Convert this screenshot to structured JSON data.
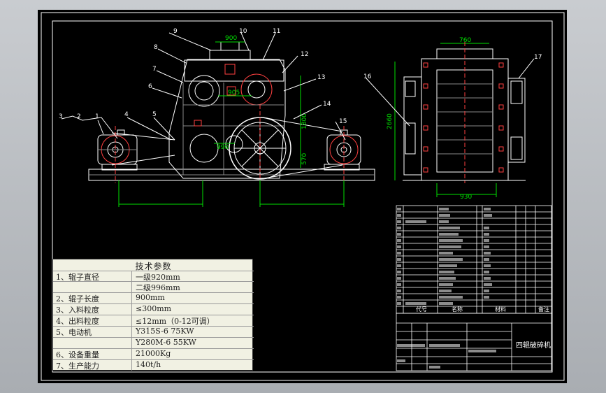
{
  "drawing": {
    "dimensions": {
      "d900": "900",
      "d905": "905",
      "d1800": "1800",
      "d570": "570",
      "d990": "990",
      "d760": "760",
      "d2660": "2660",
      "d930": "930"
    },
    "balloons": [
      "1",
      "2",
      "3",
      "4",
      "5",
      "6",
      "7",
      "8",
      "9",
      "10",
      "11",
      "12",
      "13",
      "14",
      "15",
      "16",
      "17"
    ],
    "title_block": {
      "col_code": "代号",
      "col_name": "名称",
      "col_material": "材料",
      "col_remark": "备注",
      "drawing_title": "四辊破碎机"
    }
  },
  "params": {
    "title": "技术参数",
    "rows": [
      {
        "label": "1、辊子直径",
        "value": "一级920mm"
      },
      {
        "label": "",
        "value": "二级996mm"
      },
      {
        "label": "2、辊子长度",
        "value": "900mm"
      },
      {
        "label": "3、入料粒度",
        "value": "≤300mm"
      },
      {
        "label": "4、出料粒度",
        "value": "≤12mm（0-12可调）"
      },
      {
        "label": "5、电动机",
        "value": "Y315S-6  75KW"
      },
      {
        "label": "",
        "value": "Y280M-6  55KW"
      },
      {
        "label": "6、设备重量",
        "value": "21000Kg"
      },
      {
        "label": "7、生产能力",
        "value": "140t/h"
      }
    ]
  }
}
